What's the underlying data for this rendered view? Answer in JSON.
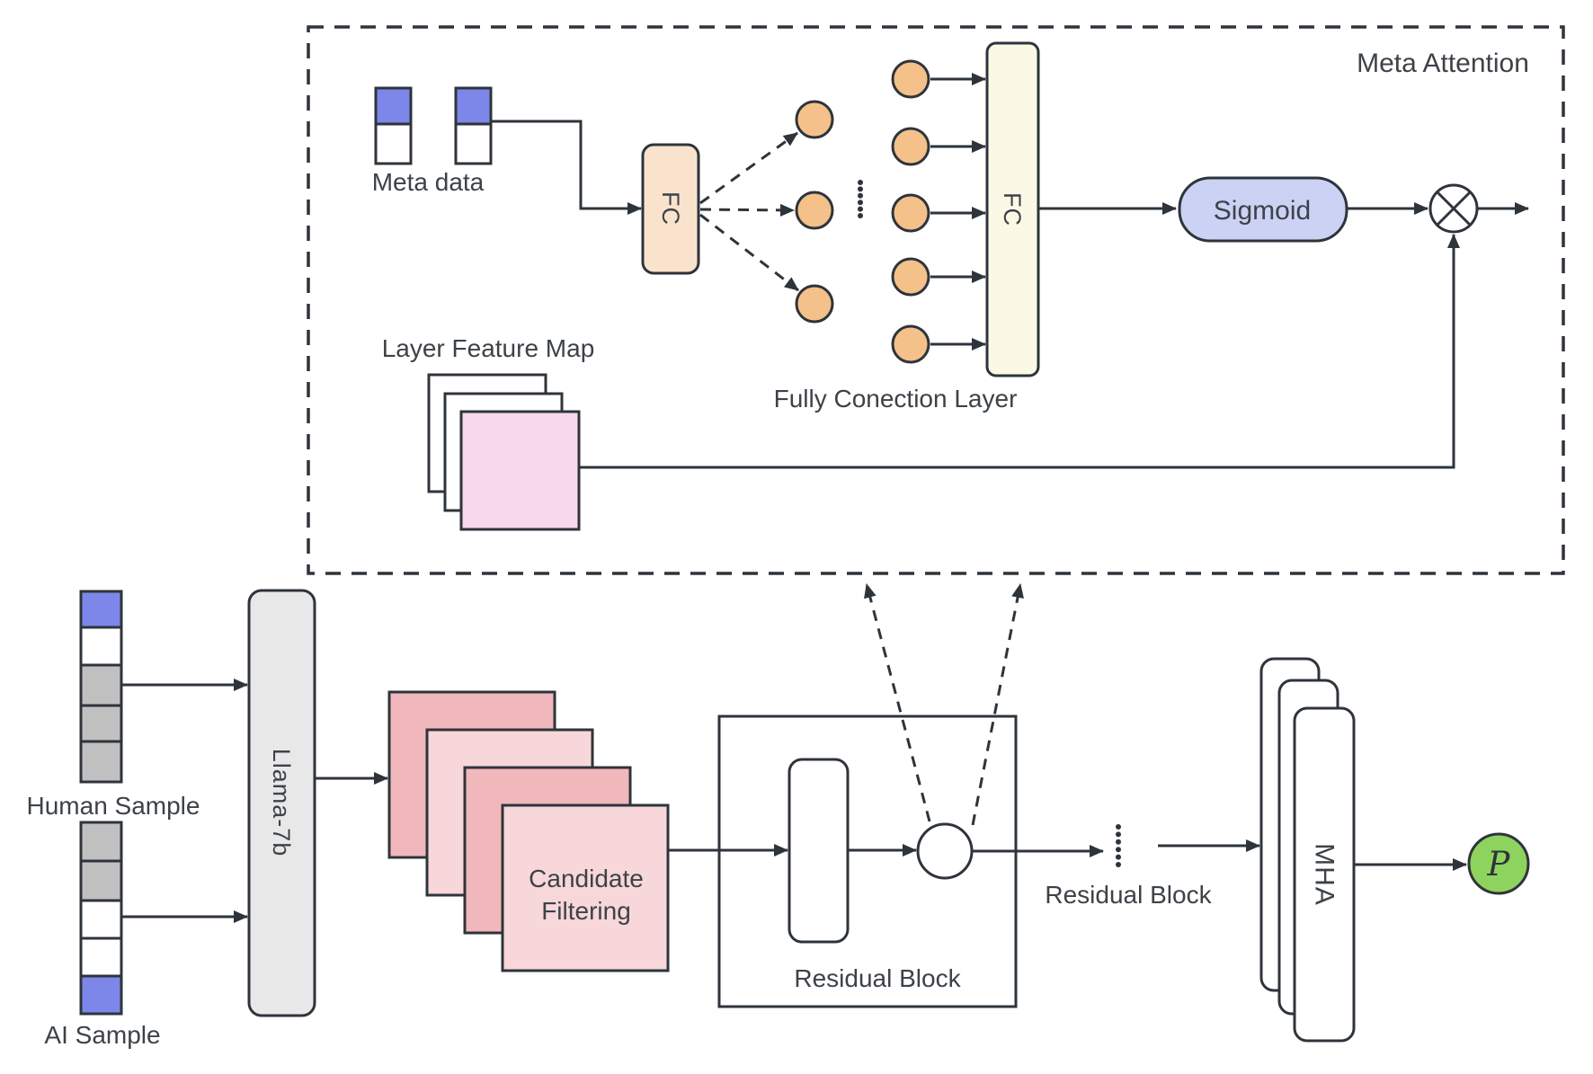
{
  "figure": {
    "description": "Model architecture diagram with Meta Attention module and detection pipeline"
  },
  "colors": {
    "line": "#2e343b",
    "blue_cell": "#7c87e9",
    "gray_cell": "#c1c0c0",
    "fc_input_peach": "#f9e3cc",
    "neuron_orange": "#f4c18a",
    "fc_output_cream": "#fbf8e6",
    "sigmoid_lavender": "#cbd2f4",
    "feature_map_pink": "#f8d8ec",
    "candidate_pink_dark": "#f1b8bc",
    "candidate_pink_light": "#f7d7d9",
    "llama_gray": "#e8e8e8",
    "output_green": "#8ed35d",
    "white": "#ffffff"
  },
  "meta_attention": {
    "title": "Meta Attention",
    "meta_data_label": "Meta data",
    "fc_input_label": "FC",
    "fc_output_label": "FC",
    "fully_connection_label": "Fully Conection Layer",
    "layer_feature_map_label": "Layer Feature Map",
    "sigmoid_label": "Sigmoid"
  },
  "pipeline": {
    "human_sample_label": "Human Sample",
    "ai_sample_label": "AI Sample",
    "llm_label": "Llama-7b",
    "candidate_filtering_lines": [
      "Candidate",
      "Filtering"
    ],
    "residual_block_inner_label": "Residual Block",
    "residual_block_outer_label": "Residual Block",
    "mha_label": "MHA",
    "output_label": "P"
  }
}
